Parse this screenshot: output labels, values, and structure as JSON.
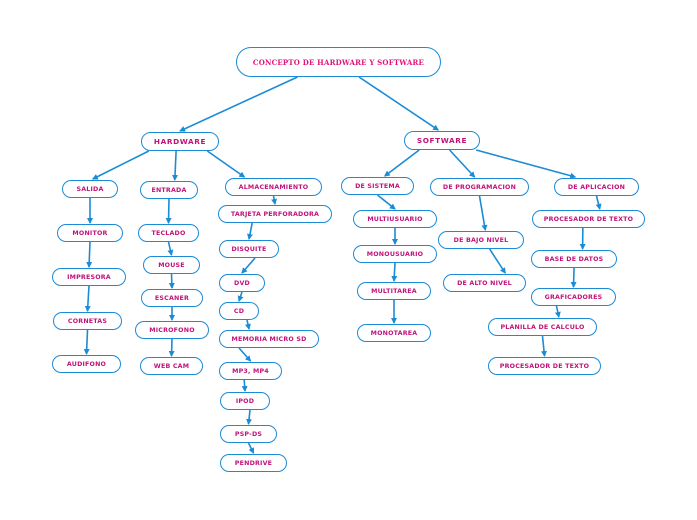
{
  "colors": {
    "edge": "#1b8bd6",
    "text": "#c2127a",
    "border": "#1b8bd6"
  },
  "root": "CONCEPTO DE HARDWARE Y SOFTWARE",
  "hardware": {
    "label": "HARDWARE",
    "salida": {
      "label": "SALIDA",
      "items": [
        "MONITOR",
        "IMPRESORA",
        "CORNETAS",
        "AUDIFONO"
      ]
    },
    "entrada": {
      "label": "ENTRADA",
      "items": [
        "TECLADO",
        "MOUSE",
        "ESCANER",
        "MICROFONO",
        "WEB CAM"
      ]
    },
    "almacenamiento": {
      "label": "ALMACENAMIENTO",
      "items": [
        "TARJETA PERFORADORA",
        "DISQUITE",
        "DVD",
        "CD",
        "MEMORIA MICRO SD",
        "MP3, MP4",
        "IPOD",
        "PSP-DS",
        "PENDRIVE"
      ]
    }
  },
  "software": {
    "label": "SOFTWARE",
    "sistema": {
      "label": "DE SISTEMA",
      "items": [
        "MULTIUSUARIO",
        "MONOUSUARIO",
        "MULTITAREA",
        "MONOTAREA"
      ]
    },
    "programacion": {
      "label": "DE PROGRAMACION",
      "items": [
        "DE BAJO NIVEL",
        "DE ALTO NIVEL"
      ]
    },
    "aplicacion": {
      "label": "DE APLICACION",
      "items": [
        "PROCESADOR DE TEXTO",
        "BASE DE DATOS",
        "GRAFICADORES",
        "PLANILLA DE CALCULO",
        "PROCESADOR DE TEXTO"
      ]
    }
  }
}
